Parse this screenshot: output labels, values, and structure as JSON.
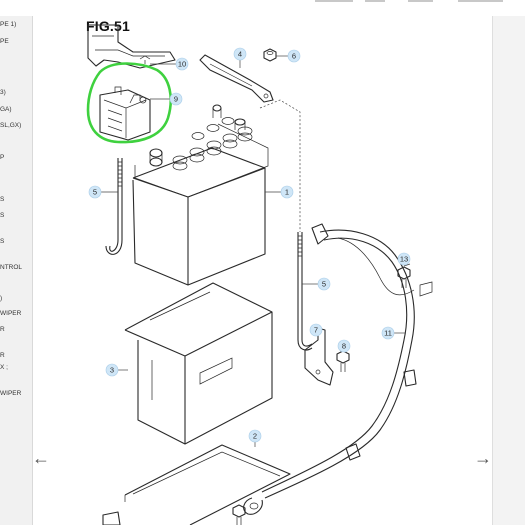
{
  "figure": {
    "title": "FIG.51"
  },
  "sidebar": {
    "items": [
      "PE 1)",
      "PE",
      "3)",
      "GA)",
      "SL,GX)",
      "P",
      "S",
      "S",
      "S",
      "NTROL",
      ")",
      "WIPER",
      "R",
      "R",
      "X ;",
      "WIPER"
    ]
  },
  "navigation": {
    "prev_icon": "arrow-left-icon",
    "next_icon": "arrow-right-icon",
    "prev_label": "←",
    "next_label": "→"
  },
  "highlight": {
    "color": "#3fd13f"
  },
  "callouts": [
    {
      "number": "1"
    },
    {
      "number": "2"
    },
    {
      "number": "3"
    },
    {
      "number": "4"
    },
    {
      "number": "5"
    },
    {
      "number": "5"
    },
    {
      "number": "6"
    },
    {
      "number": "7"
    },
    {
      "number": "8"
    },
    {
      "number": "9"
    },
    {
      "number": "10"
    },
    {
      "number": "11"
    },
    {
      "number": "13"
    }
  ]
}
